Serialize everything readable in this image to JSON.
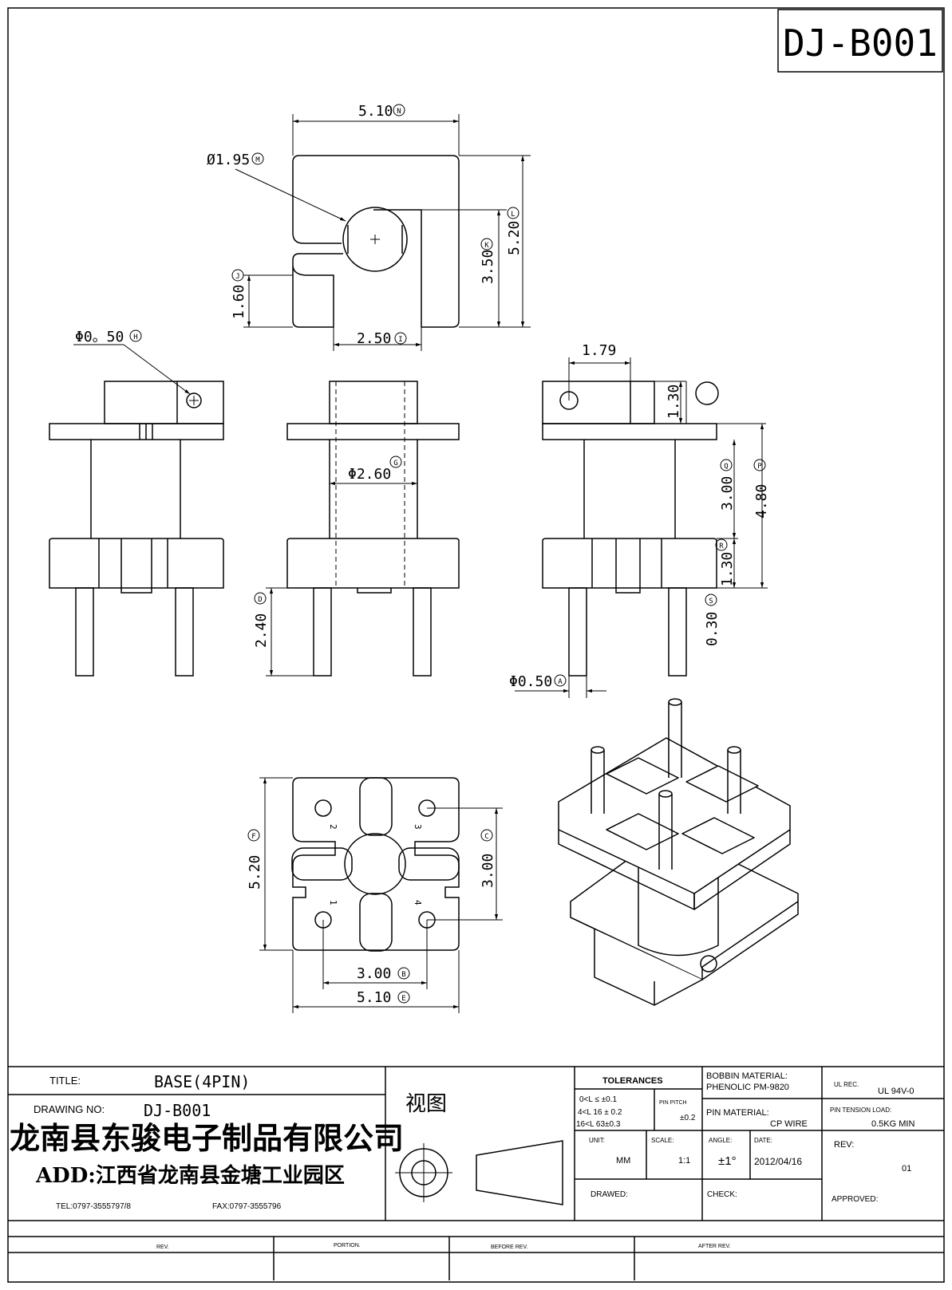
{
  "part_number": "DJ-B001",
  "top_view": {
    "n": "5.10",
    "m": "Ø1.95",
    "l": "5.20",
    "k": "3.50",
    "j": "1.60",
    "i": "2.50"
  },
  "front_view": {
    "h": "Φ0。50"
  },
  "section_view": {
    "g": "Φ2.60",
    "d": "2.40"
  },
  "side_view": {
    "w": "1.79",
    "h": "1.30",
    "q": "3.00",
    "p": "4.80",
    "r": "1.30",
    "s": "0.30",
    "a": "Φ0.50"
  },
  "bottom_view": {
    "f": "5.20",
    "c": "3.00",
    "b": "3.00",
    "e": "5.10",
    "pins": [
      "2",
      "3",
      "1",
      "4"
    ]
  },
  "markers": {
    "N": "N",
    "M": "M",
    "L": "L",
    "K": "K",
    "J": "J",
    "I": "I",
    "H": "H",
    "G": "G",
    "D": "D",
    "Q": "Q",
    "P": "P",
    "R": "R",
    "S": "S",
    "A": "A",
    "F": "F",
    "C": "C",
    "B": "B",
    "E": "E"
  },
  "title_block": {
    "title_label": "TITLE:",
    "title_value": "BASE(4PIN)",
    "drawing_no_label": "DRAWING NO:",
    "drawing_no_value": "DJ-B001",
    "company": "龙南县东骏电子制品有限公司",
    "address": "ADD:江西省龙南县金塘工业园区",
    "tel": "TEL:0797-3555797/8",
    "fax": "FAX:0797-3555796",
    "view_label": "视图",
    "tolerances_label": "TOLERANCES",
    "tol_line1": "0<L ≤ ±0.1",
    "tol_line2": "4<L 16 ± 0.2",
    "tol_line3": "16<L 63±0.3",
    "pin_pitch_label": "PIN PITCH",
    "pin_pitch_value": "±0.2",
    "bobbin_material_label": "BOBBIN MATERIAL:",
    "bobbin_material_value": "PHENOLIC  PM-9820",
    "ul_rec_label": "UL REC.",
    "ul_rec_value": "UL  94V-0",
    "pin_material_label": "PIN MATERIAL:",
    "pin_material_value": "CP WIRE",
    "pin_tension_label": "PIN TENSION LOAD:",
    "pin_tension_value": "0.5KG MIN",
    "unit_label": "UNIT:",
    "unit_value": "MM",
    "scale_label": "SCALE:",
    "scale_value": "1:1",
    "angle_label": "ANGLE:",
    "angle_value": "±1°",
    "date_label": "DATE:",
    "date_value": "2012/04/16",
    "rev_label": "REV:",
    "rev_value": "01",
    "drawed_label": "DRAWED:",
    "check_label": "CHECK:",
    "approved_label": "APPROVED:"
  },
  "revision_table": {
    "rev": "REV.",
    "portion": "PORTION.",
    "before": "BEFORE REV.",
    "after": "AFTER REV."
  }
}
